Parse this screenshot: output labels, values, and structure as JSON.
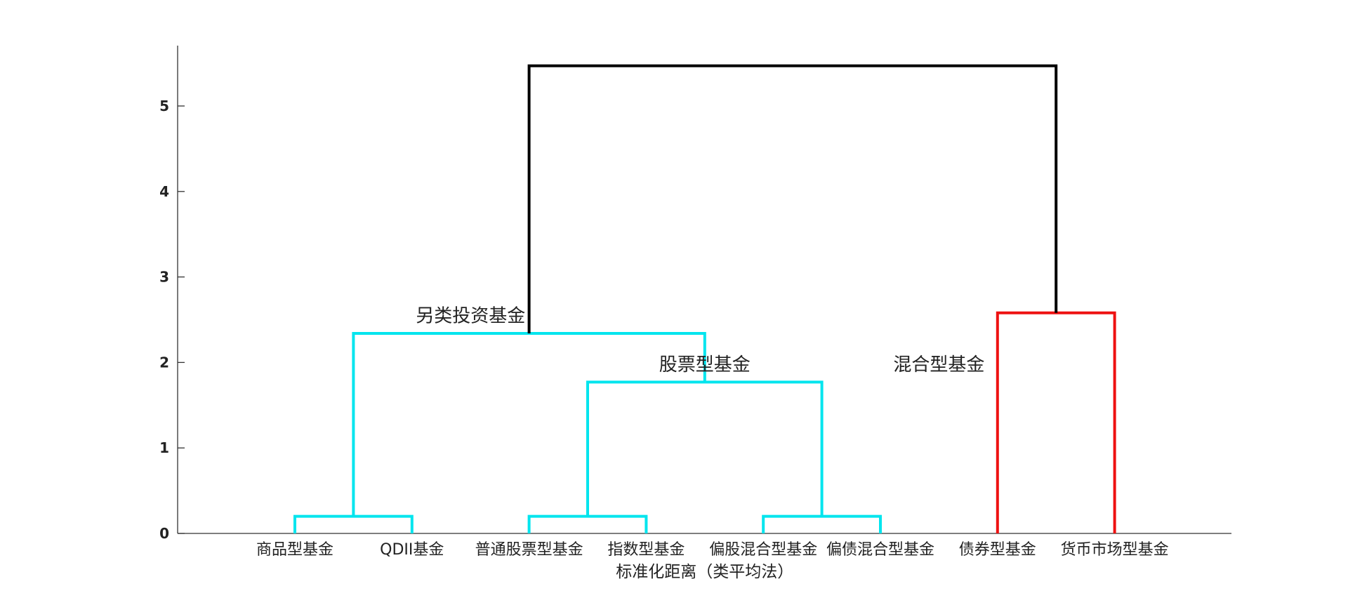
{
  "chart_data": {
    "type": "dendrogram",
    "xlabel": "标准化距离（类平均法）",
    "ylabel": "",
    "ylim": [
      0,
      5.7
    ],
    "yticks": [
      "0",
      "1",
      "2",
      "3",
      "4",
      "5"
    ],
    "grid": false,
    "leaves": [
      "商品型基金",
      "QDII基金",
      "普通股票型基金",
      "指数型基金",
      "偏股混合型基金",
      "偏债混合型基金",
      "债券型基金",
      "货币市场型基金"
    ],
    "merges": [
      {
        "left": 0,
        "right": 1,
        "height": 0.2,
        "color": "#00e5ee"
      },
      {
        "left": 2,
        "right": 3,
        "height": 0.2,
        "color": "#00e5ee"
      },
      {
        "left": 4,
        "right": 5,
        "height": 0.2,
        "color": "#00e5ee"
      },
      {
        "left": 9,
        "right": 10,
        "height": 1.77,
        "color": "#00e5ee"
      },
      {
        "left": 8,
        "right": 11,
        "height": 2.34,
        "color": "#00e5ee"
      },
      {
        "left": 6,
        "right": 7,
        "height": 2.58,
        "color": "#ee1111"
      },
      {
        "left": 12,
        "right": 13,
        "height": 5.47,
        "color": "#000000"
      }
    ],
    "annotations": [
      {
        "text": "另类投资基金",
        "x": 1.5,
        "y": 2.55
      },
      {
        "text": "股票型基金",
        "x": 3.5,
        "y": 1.98
      },
      {
        "text": "混合型基金",
        "x": 5.5,
        "y": 1.98
      }
    ]
  }
}
